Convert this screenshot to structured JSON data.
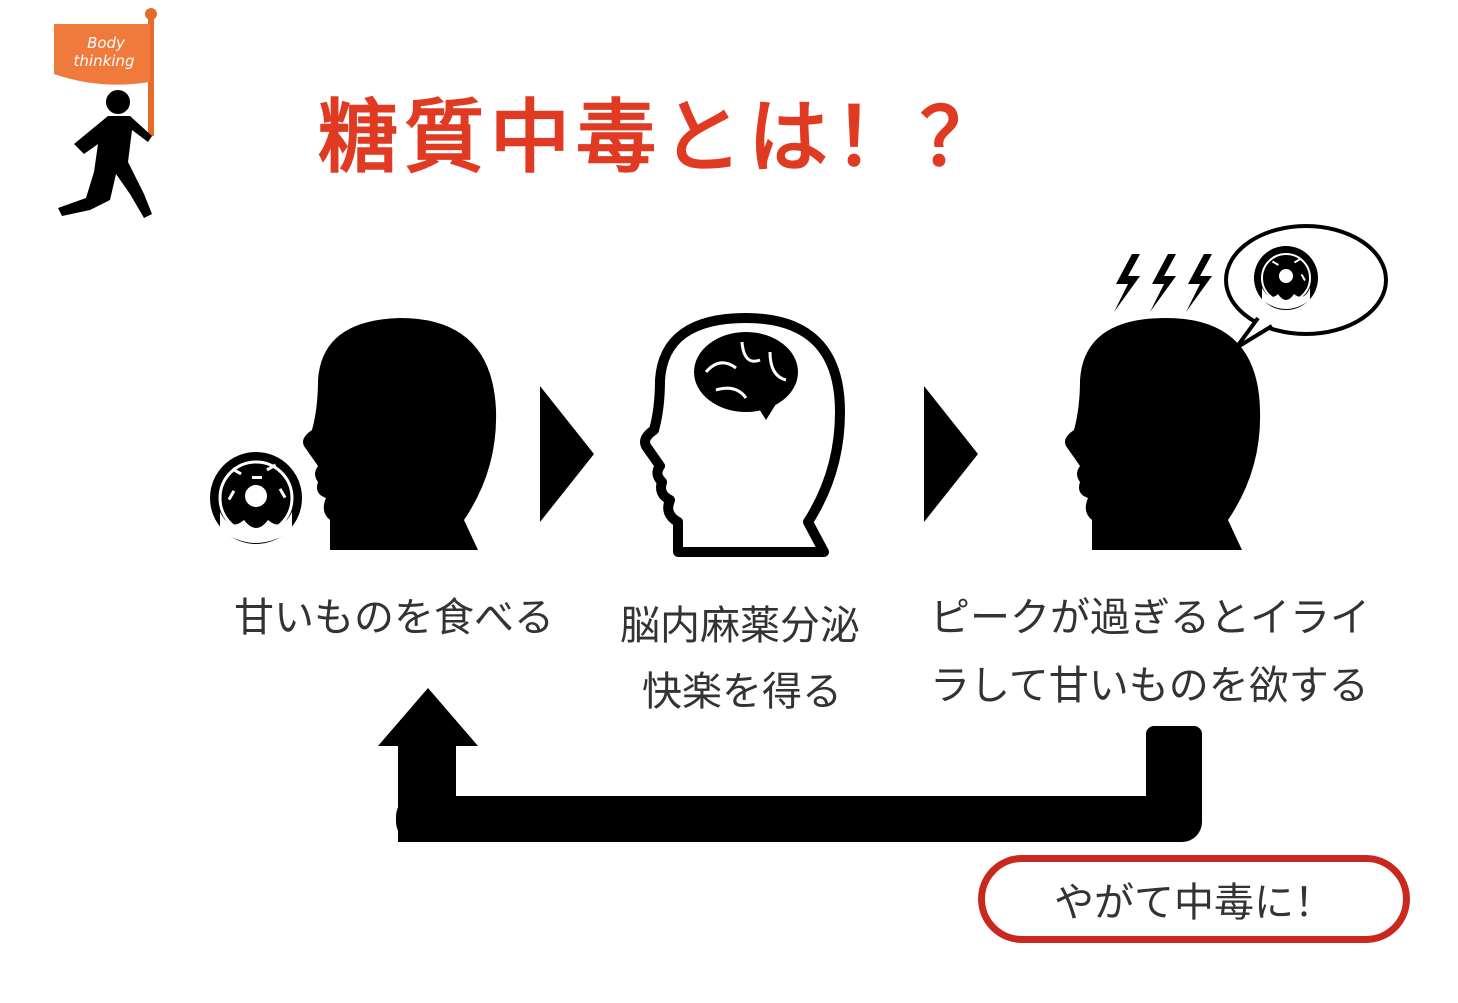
{
  "logo": {
    "flag_line1": "Body",
    "flag_line2": "thinking",
    "flag_color": "#f07a3c"
  },
  "title": {
    "text": "糖質中毒とは！？",
    "color": "#e03a22"
  },
  "steps": [
    {
      "caption_lines": [
        "甘いものを食べる"
      ],
      "icon": "head-with-donut-icon"
    },
    {
      "caption_lines": [
        "脳内麻薬分泌",
        "快楽を得る"
      ],
      "icon": "head-with-brain-icon"
    },
    {
      "caption_lines": [
        "ピークが過ぎるとイライ",
        "ラして甘いものを欲する"
      ],
      "icon": "head-craving-donut-icon"
    }
  ],
  "badge": {
    "text": "やがて中毒に！",
    "border_color": "#c8281e"
  }
}
